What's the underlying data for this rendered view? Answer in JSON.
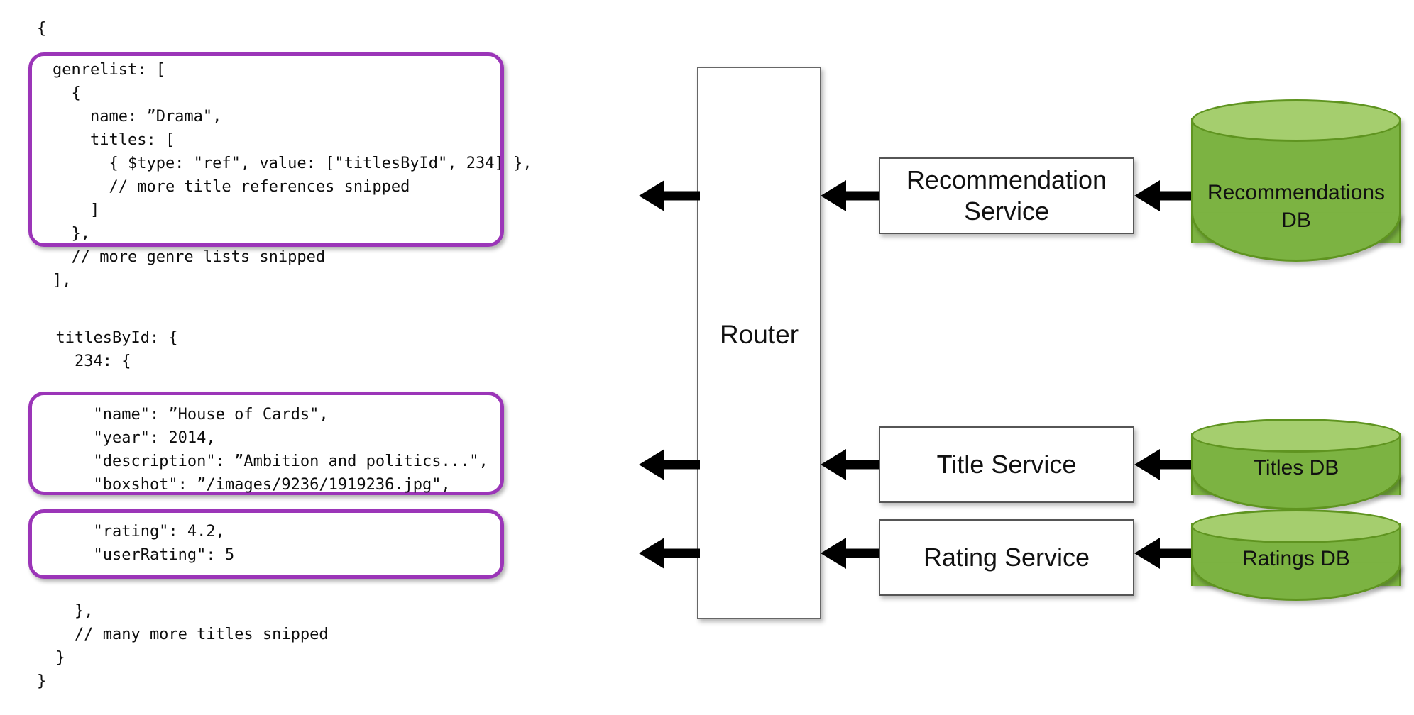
{
  "diagram": {
    "title": "Falcor Router request fan-out diagram",
    "accent_purple": "#9b35b8",
    "db_green": "#7cb342",
    "db_green_top": "#a5ce6e"
  },
  "json_response": {
    "open_brace": "{",
    "block_genrelist": [
      "genrelist: [",
      "  {",
      "    name: ”Drama\",",
      "    titles: [",
      "      { $type: \"ref\", value: [\"titlesById\", 234] },",
      "      // more title references snipped",
      "    ]",
      "  },",
      "  // more genre lists snipped",
      "],"
    ],
    "mid_lines": [
      "  titlesById: {",
      "    234: {"
    ],
    "block_title": [
      "      \"name\": ”House of Cards\",",
      "      \"year\": 2014,",
      "      \"description\": ”Ambition and politics...\",",
      "      \"boxshot\": ”/images/9236/1919236.jpg\","
    ],
    "block_rating": [
      "      \"rating\": 4.2,",
      "      \"userRating\": 5"
    ],
    "tail_lines": [
      "    },",
      "    // many more titles snipped",
      "  }",
      "}"
    ]
  },
  "router": {
    "label": "Router"
  },
  "services": [
    {
      "name": "recommendation-service",
      "label": "Recommendation\nService",
      "label_line1": "Recommendation",
      "label_line2": "Service"
    },
    {
      "name": "title-service",
      "label": "Title Service",
      "label_line1": "Title Service",
      "label_line2": ""
    },
    {
      "name": "rating-service",
      "label": "Rating Service",
      "label_line1": "Rating Service",
      "label_line2": ""
    }
  ],
  "databases": [
    {
      "name": "recommendations-db",
      "label_line1": "Recommendations",
      "label_line2": "DB"
    },
    {
      "name": "titles-db",
      "label_line1": "Titles DB",
      "label_line2": ""
    },
    {
      "name": "ratings-db",
      "label_line1": "Ratings DB",
      "label_line2": ""
    }
  ]
}
